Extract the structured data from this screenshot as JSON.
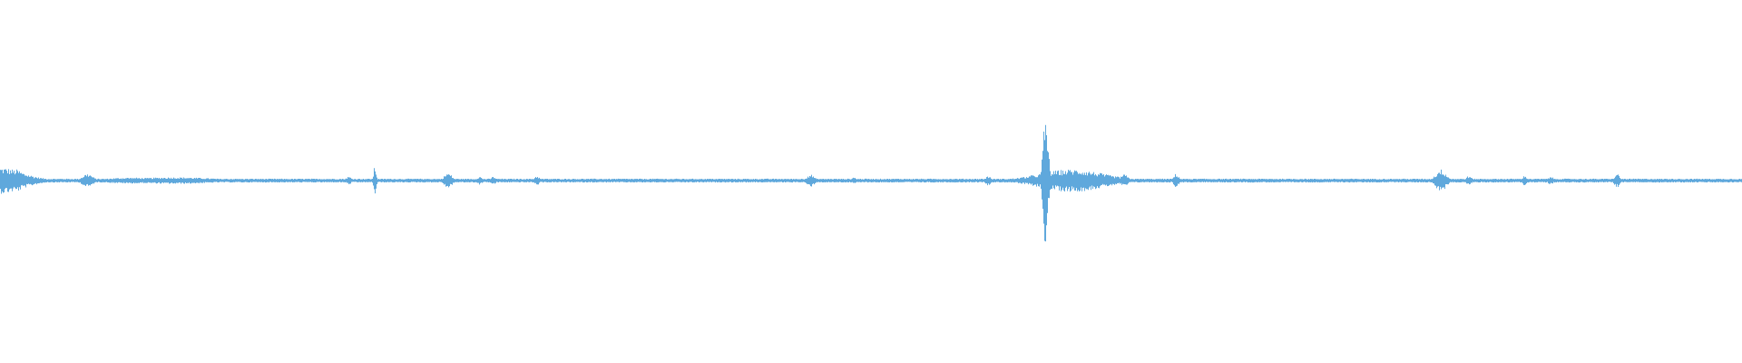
{
  "waveform": {
    "color": "#5fa8dc",
    "background": "#ffffff",
    "amplitude_profile": {
      "baseline": 0.004,
      "bursts": [
        {
          "t": 0.0,
          "width": 0.018,
          "amp": 0.035
        },
        {
          "t": 0.009,
          "width": 0.006,
          "amp": 0.03
        },
        {
          "t": 0.05,
          "width": 0.004,
          "amp": 0.018
        },
        {
          "t": 0.075,
          "width": 0.02,
          "amp": 0.007
        },
        {
          "t": 0.1,
          "width": 0.03,
          "amp": 0.008
        },
        {
          "t": 0.2,
          "width": 0.002,
          "amp": 0.01
        },
        {
          "t": 0.215,
          "width": 0.001,
          "amp": 0.04
        },
        {
          "t": 0.257,
          "width": 0.003,
          "amp": 0.02
        },
        {
          "t": 0.275,
          "width": 0.002,
          "amp": 0.01
        },
        {
          "t": 0.283,
          "width": 0.002,
          "amp": 0.01
        },
        {
          "t": 0.308,
          "width": 0.002,
          "amp": 0.012
        },
        {
          "t": 0.465,
          "width": 0.003,
          "amp": 0.016
        },
        {
          "t": 0.49,
          "width": 0.002,
          "amp": 0.008
        },
        {
          "t": 0.567,
          "width": 0.002,
          "amp": 0.012
        },
        {
          "t": 0.592,
          "width": 0.003,
          "amp": 0.014
        },
        {
          "t": 0.6,
          "width": 0.002,
          "amp": 0.18
        },
        {
          "t": 0.615,
          "width": 0.025,
          "amp": 0.03
        },
        {
          "t": 0.645,
          "width": 0.003,
          "amp": 0.016
        },
        {
          "t": 0.675,
          "width": 0.002,
          "amp": 0.018
        },
        {
          "t": 0.827,
          "width": 0.004,
          "amp": 0.03
        },
        {
          "t": 0.843,
          "width": 0.002,
          "amp": 0.012
        },
        {
          "t": 0.875,
          "width": 0.002,
          "amp": 0.012
        },
        {
          "t": 0.89,
          "width": 0.002,
          "amp": 0.01
        },
        {
          "t": 0.928,
          "width": 0.002,
          "amp": 0.018
        }
      ]
    }
  }
}
